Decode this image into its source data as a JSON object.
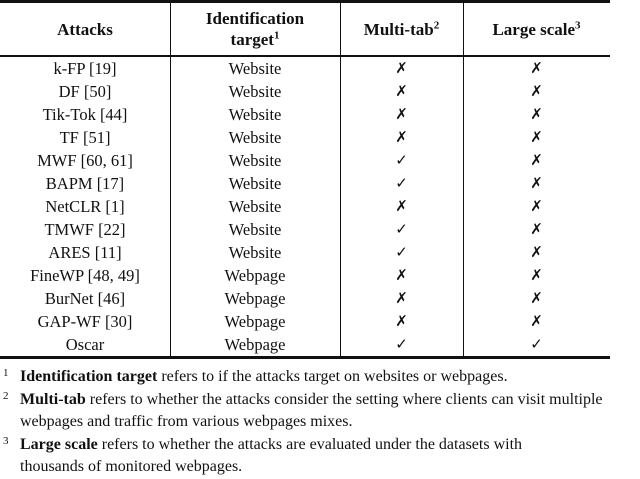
{
  "table": {
    "headers": {
      "attacks": {
        "label": "Attacks"
      },
      "identification": {
        "line1": "Identification",
        "line2": "target",
        "sup": "1"
      },
      "multi_tab": {
        "label": "Multi-tab",
        "sup": "2"
      },
      "large_scale": {
        "label": "Large scale",
        "sup": "3"
      }
    },
    "symbols": {
      "yes": "✓",
      "no": "✗"
    },
    "rows": [
      {
        "attack": "k-FP [19]",
        "target": "Website",
        "multi_tab": "no",
        "large_scale": "no"
      },
      {
        "attack": "DF [50]",
        "target": "Website",
        "multi_tab": "no",
        "large_scale": "no"
      },
      {
        "attack": "Tik-Tok [44]",
        "target": "Website",
        "multi_tab": "no",
        "large_scale": "no"
      },
      {
        "attack": "TF [51]",
        "target": "Website",
        "multi_tab": "no",
        "large_scale": "no"
      },
      {
        "attack": "MWF [60, 61]",
        "target": "Website",
        "multi_tab": "yes",
        "large_scale": "no"
      },
      {
        "attack": "BAPM [17]",
        "target": "Website",
        "multi_tab": "yes",
        "large_scale": "no"
      },
      {
        "attack": "NetCLR [1]",
        "target": "Website",
        "multi_tab": "no",
        "large_scale": "no"
      },
      {
        "attack": "TMWF [22]",
        "target": "Website",
        "multi_tab": "yes",
        "large_scale": "no"
      },
      {
        "attack": "ARES [11]",
        "target": "Website",
        "multi_tab": "yes",
        "large_scale": "no"
      },
      {
        "attack": "FineWP [48, 49]",
        "target": "Webpage",
        "multi_tab": "no",
        "large_scale": "no"
      },
      {
        "attack": "BurNet [46]",
        "target": "Webpage",
        "multi_tab": "no",
        "large_scale": "no"
      },
      {
        "attack": "GAP-WF [30]",
        "target": "Webpage",
        "multi_tab": "no",
        "large_scale": "no"
      },
      {
        "attack": "Oscar",
        "target": "Webpage",
        "multi_tab": "yes",
        "large_scale": "yes"
      }
    ]
  },
  "footnotes": [
    {
      "marker": "1",
      "term": "Identification target",
      "rest": " refers to if the attacks target on websites or webpages."
    },
    {
      "marker": "2",
      "term": "Multi-tab",
      "rest": " refers to whether the attacks consider the setting where clients can visit multiple webpages and traffic from various webpages mixes."
    },
    {
      "marker": "3",
      "term": "Large scale",
      "rest": " refers to whether the attacks are evaluated under the datasets with thousands of monitored webpages."
    }
  ]
}
